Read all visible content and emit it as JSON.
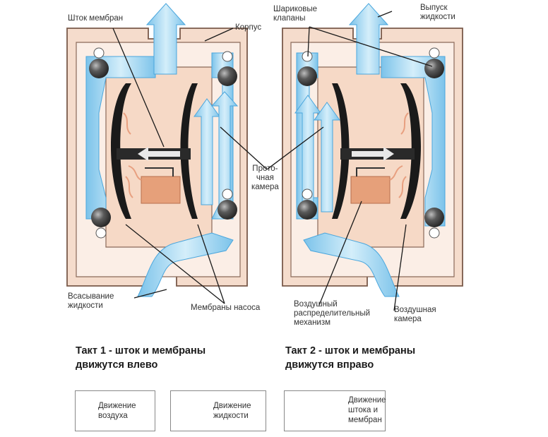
{
  "labels": {
    "piston_diaphragm": "Шток мембран",
    "body": "Корпус",
    "ball_valves": "Шариковые\nклапаны",
    "fluid_outlet": "Выпуск\nжидкости",
    "flow_chamber": "Прото-\nчная\nкамера",
    "fluid_intake": "Всасывание\nжидкости",
    "pump_diaphragms": "Мембраны насоса",
    "air_distributor": "Воздушный\nраспределительный\nмеханизм",
    "air_chamber": "Воздушная\nкамера"
  },
  "captions": {
    "stroke1": "Такт 1 - шток и мембраны\nдвижутся влево",
    "stroke2": "Такт 2 - шток и мембраны\nдвижутся вправо"
  },
  "legend": {
    "air_movement": "Движение\nвоздуха",
    "fluid_movement": "Движение\nжидкости",
    "rod_movement": "Движение\nштока и\nмембран"
  },
  "colors": {
    "body": "#f5dccc",
    "body_outline": "#7a5a4a",
    "fluid": "#9fd3f0",
    "fluid_edge": "#4aa6dd",
    "ball": "#4a4a4a",
    "diaphragm": "#1a1a1a",
    "air": "#e8a080",
    "valve_block": "#e6a07a"
  }
}
